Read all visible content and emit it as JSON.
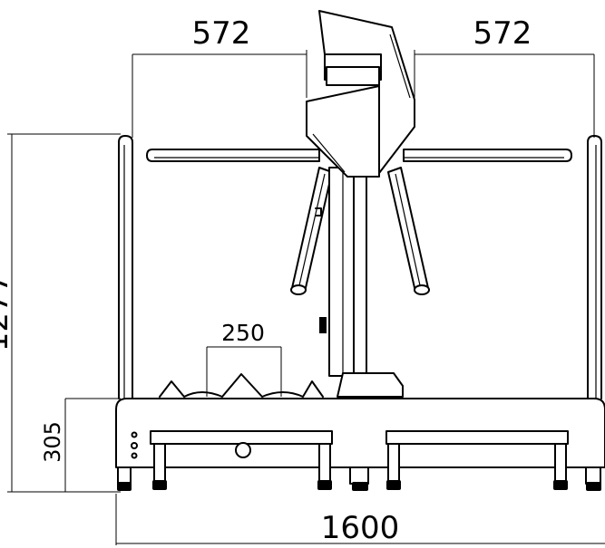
{
  "dimensions": {
    "left_arm_width": "572",
    "right_arm_width": "572",
    "spike_spacing": "250",
    "total_height": "1277",
    "base_height": "305",
    "total_width": "1600"
  }
}
